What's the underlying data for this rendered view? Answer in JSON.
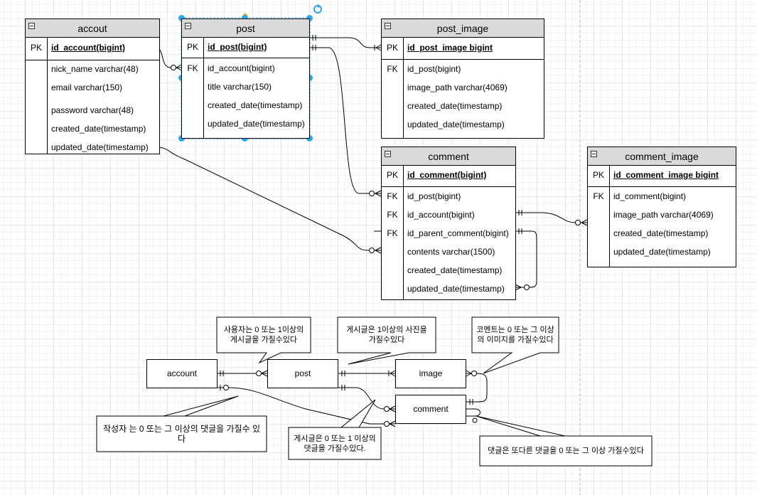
{
  "tables": {
    "accout": {
      "title": "accout",
      "rows": [
        {
          "key": "PK",
          "col": "id_account(bigint)"
        },
        {
          "key": "",
          "col": "nick_name varchar(48)"
        },
        {
          "key": "",
          "col": "email varchar(150)"
        },
        {
          "key": "",
          "col": "password varchar(48)"
        },
        {
          "key": "",
          "col": "created_date(timestamp)"
        },
        {
          "key": "",
          "col": "updated_date(timestamp)"
        }
      ]
    },
    "post": {
      "title": "post",
      "rows": [
        {
          "key": "PK",
          "col": "id_post(bigint)"
        },
        {
          "key": "FK",
          "col": "id_account(bigint)"
        },
        {
          "key": "",
          "col": "title varchar(150)"
        },
        {
          "key": "",
          "col": "created_date(timestamp)"
        },
        {
          "key": "",
          "col": "updated_date(timestamp)"
        }
      ]
    },
    "post_image": {
      "title": "post_image",
      "rows": [
        {
          "key": "PK",
          "col": "id_post_image bigint"
        },
        {
          "key": "FK",
          "col": "id_post(bigint)"
        },
        {
          "key": "",
          "col": "image_path varchar(4069)"
        },
        {
          "key": "",
          "col": "created_date(timestamp)"
        },
        {
          "key": "",
          "col": "updated_date(timestamp)"
        }
      ]
    },
    "comment": {
      "title": "comment",
      "rows": [
        {
          "key": "PK",
          "col": "id_comment(bigint)"
        },
        {
          "key": "FK",
          "col": "id_post(bigint)"
        },
        {
          "key": "FK",
          "col": "id_account(bigint)"
        },
        {
          "key": "FK",
          "col": "id_parent_comment(bigint)"
        },
        {
          "key": "",
          "col": "contents varchar(1500)"
        },
        {
          "key": "",
          "col": "created_date(timestamp)"
        },
        {
          "key": "",
          "col": "updated_date(timestamp)"
        }
      ]
    },
    "comment_image": {
      "title": "comment_image",
      "rows": [
        {
          "key": "PK",
          "col": "id_comment_image bigint"
        },
        {
          "key": "FK",
          "col": "id_comment(bigint)"
        },
        {
          "key": "",
          "col": "image_path varchar(4069)"
        },
        {
          "key": "",
          "col": "created_date(timestamp)"
        },
        {
          "key": "",
          "col": "updated_date(timestamp)"
        }
      ]
    }
  },
  "entities": {
    "account": "account",
    "post": "post",
    "image": "image",
    "comment": "comment"
  },
  "notes": {
    "account_post": "사용자는 0 또는 1이상의 게시글을 가질수있다",
    "post_image": "게시글은 1이상의 사진을 가질수있다",
    "comment_image": "코멘트는 0 또는 그 이상의 이미지를 가질수있다",
    "account_comment": "작성자 는 0 또는 그 이상의 댓글을 가질수 있다",
    "post_comment": "게시글은 0 또는 1 이상의 댓글을 가질수있다.",
    "comment_comment": "댓글은 또다른 댓글을 0 또는 그 이상 가질수있다"
  },
  "colors": {
    "header": "#dadada",
    "selection": "#29a6f0",
    "grid": "#e6e6e6",
    "hover_handle": "#f7a13a"
  }
}
